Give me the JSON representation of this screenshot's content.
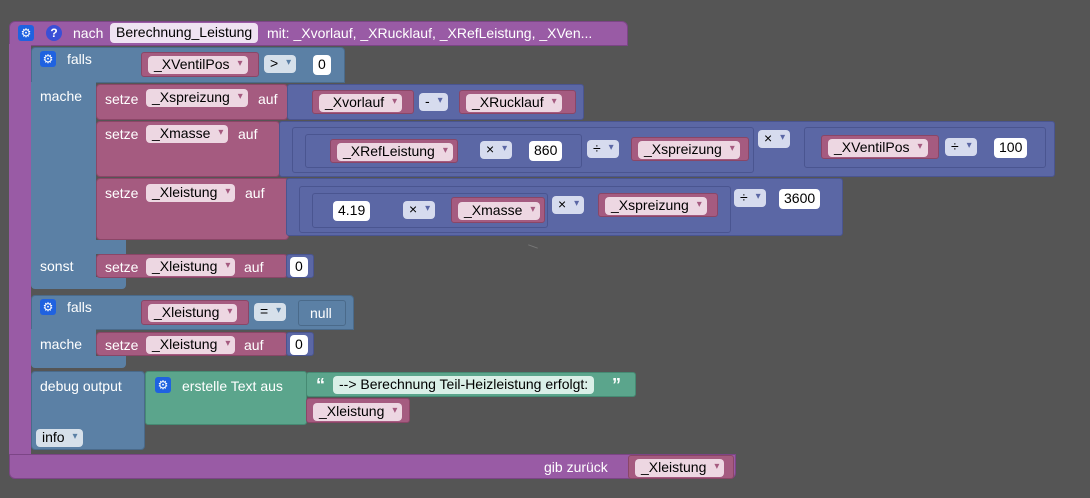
{
  "function": {
    "keyword": "nach",
    "name": "Berechnung_Leistung",
    "params_label": "mit: _Xvorlauf, _XRucklauf, _XRefLeistung, _XVen...",
    "return_label": "gib zurück",
    "return_var": "_Xleistung"
  },
  "labels": {
    "if": "falls",
    "do": "mache",
    "else": "sonst",
    "set": "setze",
    "to": "auf",
    "debug": "debug output",
    "text_join": "erstelle Text aus"
  },
  "if1": {
    "var": "_XVentilPos",
    "op": ">",
    "value": "0",
    "set1": {
      "var": "_Xspreizung",
      "left": "_Xvorlauf",
      "op": "-",
      "right": "_XRucklauf"
    },
    "set2": {
      "var": "_Xmasse",
      "a": "_XRefLeistung",
      "op1": "×",
      "b": "860",
      "op2": "÷",
      "c": "_Xspreizung",
      "op3": "×",
      "d": "_XVentilPos",
      "op4": "÷",
      "e": "100"
    },
    "set3": {
      "var": "_Xleistung",
      "a": "4.19",
      "op1": "×",
      "b": "_Xmasse",
      "op2": "×",
      "c": "_Xspreizung",
      "op3": "÷",
      "d": "3600"
    },
    "else_set": {
      "var": "_Xleistung",
      "value": "0"
    }
  },
  "if2": {
    "var": "_Xleistung",
    "op": "=",
    "value": "null",
    "set": {
      "var": "_Xleistung",
      "value": "0"
    }
  },
  "debug": {
    "text": "--> Berechnung Teil-Heizleistung erfolgt:",
    "var": "_Xleistung",
    "level": "info"
  },
  "colors": {
    "procedure": "#995ba5",
    "logic": "#5b80a5",
    "variables": "#a55b80",
    "math": "#5b67a5",
    "text": "#5ba58c",
    "workspace": "#555555"
  },
  "icons": [
    "gear-icon",
    "help-icon",
    "quote-open-icon",
    "quote-close-icon",
    "dropdown-arrow-icon"
  ]
}
